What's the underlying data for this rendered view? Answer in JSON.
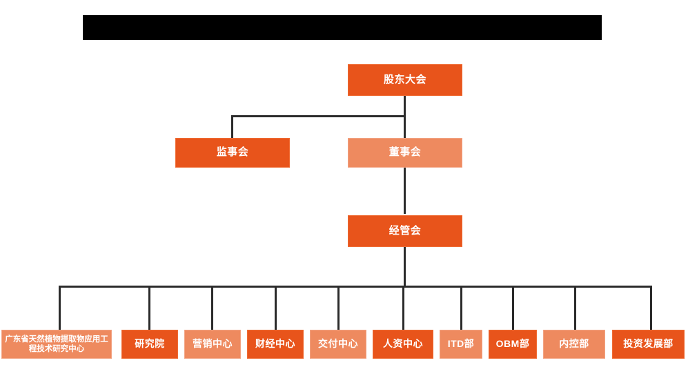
{
  "chart": {
    "title_bar": {
      "name": "redacted-title-bar",
      "text": ""
    },
    "colors": {
      "accent_dark": "#e8541b",
      "accent_light": "#ee8a5f",
      "connector": "#2b2b2b",
      "background": "#ffffff",
      "redaction": "#000000",
      "node_text": "#ffffff"
    },
    "levels": [
      {
        "level": 1,
        "nodes": [
          {
            "id": "shareholders-meeting",
            "label": "股东大会",
            "shade": "dark"
          }
        ]
      },
      {
        "level": 2,
        "nodes": [
          {
            "id": "supervisory-board",
            "label": "监事会",
            "shade": "dark"
          },
          {
            "id": "board-of-directors",
            "label": "董事会",
            "shade": "light"
          }
        ]
      },
      {
        "level": 3,
        "nodes": [
          {
            "id": "management-committee",
            "label": "经管会",
            "shade": "dark"
          }
        ]
      },
      {
        "level": 4,
        "nodes": [
          {
            "id": "guangdong-research-center",
            "label": "广东省天然植物提取物应用工程技术研究中心",
            "shade": "light"
          },
          {
            "id": "research-institute",
            "label": "研究院",
            "shade": "dark"
          },
          {
            "id": "marketing-center",
            "label": "营销中心",
            "shade": "light"
          },
          {
            "id": "finance-center",
            "label": "财经中心",
            "shade": "dark"
          },
          {
            "id": "delivery-center",
            "label": "交付中心",
            "shade": "light"
          },
          {
            "id": "hr-center",
            "label": "人资中心",
            "shade": "dark"
          },
          {
            "id": "itd-department",
            "label": "ITD部",
            "shade": "light"
          },
          {
            "id": "obm-department",
            "label": "OBM部",
            "shade": "dark"
          },
          {
            "id": "internal-control-department",
            "label": "内控部",
            "shade": "light"
          },
          {
            "id": "investment-development-department",
            "label": "投资发展部",
            "shade": "dark"
          }
        ]
      }
    ]
  }
}
